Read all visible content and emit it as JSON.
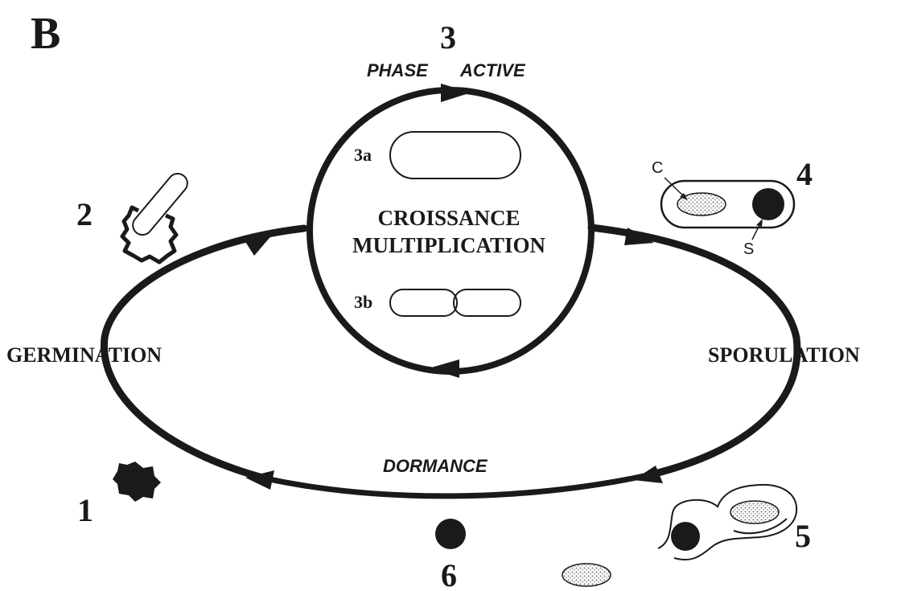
{
  "panel_letter": "B",
  "center": {
    "number": "3",
    "phase_word1": "PHASE",
    "phase_word2": "ACTIVE",
    "line1": "CROISSANCE",
    "line2": "MULTIPLICATION",
    "cell_a_label": "3a",
    "cell_b_label": "3b"
  },
  "stages": {
    "germination": "GERMINATION",
    "sporulation": "SPORULATION",
    "dormance": "DORMANCE"
  },
  "numbers": {
    "n1": "1",
    "n2": "2",
    "n4": "4",
    "n5": "5",
    "n6": "6"
  },
  "cell4": {
    "c_label": "C",
    "s_label": "S"
  },
  "colors": {
    "ink": "#1a1a1a",
    "dots": "#777777"
  }
}
